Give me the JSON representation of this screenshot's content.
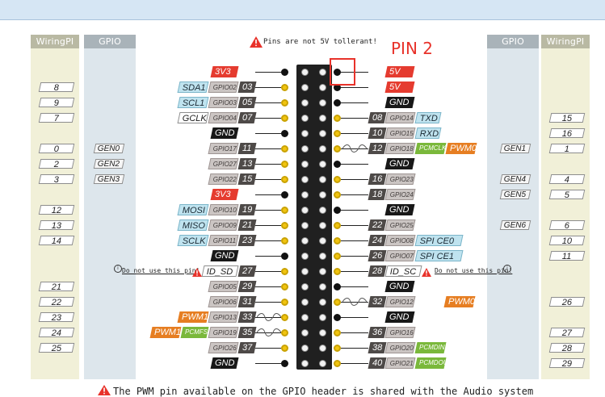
{
  "headers": {
    "left_wiringpi": "WiringPI",
    "left_gpio": "GPIO",
    "right_gpio": "GPIO",
    "right_wiringpi": "WiringPI"
  },
  "warning_top": "Pins are not 5V tollerant!",
  "pin2_annotation": "PIN 2",
  "footer": "The PWM pin available on the GPIO header is shared with the Audio system",
  "note_text": "Do not use this pin!",
  "icons": {
    "warning": "warning-triangle-icon",
    "info": "info-circle-icon",
    "pwm_link": "wavy-link-icon"
  },
  "colors": {
    "power": "#e53b2f",
    "ground": "#181818",
    "pwm": "#e67e22",
    "pcm": "#7ab83b",
    "warning": "#e8322a",
    "gpio_dot": "#f1c40f"
  },
  "rows": [
    {
      "left": {
        "type": "power",
        "label": "3V3",
        "pin": ""
      },
      "right": {
        "type": "power",
        "label": "5V",
        "pin": ""
      }
    },
    {
      "left": {
        "type": "gpio",
        "func": "SDA1",
        "func_style": "blue",
        "gpio": "GPIO02",
        "pin": "03",
        "wiringpi": "8"
      },
      "right": {
        "type": "power",
        "label": "5V",
        "pin": ""
      }
    },
    {
      "left": {
        "type": "gpio",
        "func": "SCL1",
        "func_style": "blue",
        "gpio": "GPIO03",
        "pin": "05",
        "wiringpi": "9"
      },
      "right": {
        "type": "ground",
        "label": "GND",
        "pin": ""
      }
    },
    {
      "left": {
        "type": "gpio",
        "func": "GCLK",
        "func_style": "white",
        "gpio": "GPIO04",
        "pin": "07",
        "wiringpi": "7"
      },
      "right": {
        "type": "gpio",
        "func": "TXD",
        "func_style": "blue",
        "gpio": "GPIO14",
        "pin": "08",
        "wiringpi": "15"
      }
    },
    {
      "left": {
        "type": "ground",
        "label": "GND",
        "pin": ""
      },
      "right": {
        "type": "gpio",
        "func": "RXD",
        "func_style": "blue",
        "gpio": "GPIO15",
        "pin": "10",
        "wiringpi": "16"
      }
    },
    {
      "left": {
        "type": "gpio",
        "gpio": "GPIO17",
        "pin": "11",
        "gen": "GEN0",
        "wiringpi": "0"
      },
      "right": {
        "type": "gpio",
        "gpio": "GPIO18",
        "pin": "12",
        "pcm": "PCMCLK",
        "pwm": "PWM0",
        "gen": "GEN1",
        "wiringpi": "1",
        "wavy": true
      }
    },
    {
      "left": {
        "type": "gpio",
        "gpio": "GPIO27",
        "pin": "13",
        "gen": "GEN2",
        "wiringpi": "2"
      },
      "right": {
        "type": "ground",
        "label": "GND",
        "pin": ""
      }
    },
    {
      "left": {
        "type": "gpio",
        "gpio": "GPIO22",
        "pin": "15",
        "gen": "GEN3",
        "wiringpi": "3"
      },
      "right": {
        "type": "gpio",
        "gpio": "GPIO23",
        "pin": "16",
        "gen": "GEN4",
        "wiringpi": "4"
      }
    },
    {
      "left": {
        "type": "power",
        "label": "3V3",
        "pin": ""
      },
      "right": {
        "type": "gpio",
        "gpio": "GPIO24",
        "pin": "18",
        "gen": "GEN5",
        "wiringpi": "5"
      }
    },
    {
      "left": {
        "type": "gpio",
        "func": "MOSI",
        "func_style": "blue",
        "gpio": "GPIO10",
        "pin": "19",
        "wiringpi": "12"
      },
      "right": {
        "type": "ground",
        "label": "GND",
        "pin": ""
      }
    },
    {
      "left": {
        "type": "gpio",
        "func": "MISO",
        "func_style": "blue",
        "gpio": "GPIO09",
        "pin": "21",
        "wiringpi": "13"
      },
      "right": {
        "type": "gpio",
        "gpio": "GPIO25",
        "pin": "22",
        "gen": "GEN6",
        "wiringpi": "6"
      }
    },
    {
      "left": {
        "type": "gpio",
        "func": "SCLK",
        "func_style": "blue",
        "gpio": "GPIO11",
        "pin": "23",
        "wiringpi": "14"
      },
      "right": {
        "type": "gpio",
        "func": "SPI CE0",
        "func_style": "blue",
        "gpio": "GPIO08",
        "pin": "24",
        "wiringpi": "10"
      }
    },
    {
      "left": {
        "type": "ground",
        "label": "GND",
        "pin": ""
      },
      "right": {
        "type": "gpio",
        "func": "SPI CE1",
        "func_style": "blue",
        "gpio": "GPIO07",
        "pin": "26",
        "wiringpi": "11"
      }
    },
    {
      "left": {
        "type": "id",
        "func": "ID_SD",
        "func_style": "white",
        "pin": "27",
        "note": true
      },
      "right": {
        "type": "id",
        "func": "ID_SC",
        "func_style": "white",
        "pin": "28",
        "note": true
      }
    },
    {
      "left": {
        "type": "gpio",
        "gpio": "GPIO05",
        "pin": "29",
        "wiringpi": "21"
      },
      "right": {
        "type": "ground",
        "label": "GND",
        "pin": ""
      }
    },
    {
      "left": {
        "type": "gpio",
        "gpio": "GPIO06",
        "pin": "31",
        "wiringpi": "22"
      },
      "right": {
        "type": "gpio",
        "gpio": "GPIO12",
        "pin": "32",
        "pwm": "PWM0",
        "wiringpi": "26",
        "wavy": true
      }
    },
    {
      "left": {
        "type": "gpio",
        "gpio": "GPIO13",
        "pin": "33",
        "pwm": "PWM1",
        "wiringpi": "23",
        "wavy": true
      },
      "right": {
        "type": "ground",
        "label": "GND",
        "pin": ""
      }
    },
    {
      "left": {
        "type": "gpio",
        "gpio": "GPIO19",
        "pin": "35",
        "pwm": "PWM1",
        "pcm": "PCMFS",
        "wiringpi": "24",
        "wavy": true
      },
      "right": {
        "type": "gpio",
        "gpio": "GPIO16",
        "pin": "36",
        "wiringpi": "27"
      }
    },
    {
      "left": {
        "type": "gpio",
        "gpio": "GPIO26",
        "pin": "37",
        "wiringpi": "25"
      },
      "right": {
        "type": "gpio",
        "gpio": "GPIO20",
        "pin": "38",
        "pcm": "PCMDIN",
        "wiringpi": "28"
      }
    },
    {
      "left": {
        "type": "ground",
        "label": "GND",
        "pin": ""
      },
      "right": {
        "type": "gpio",
        "gpio": "GPIO21",
        "pin": "40",
        "pcm": "PCMDOUT",
        "wiringpi": "29"
      }
    }
  ]
}
